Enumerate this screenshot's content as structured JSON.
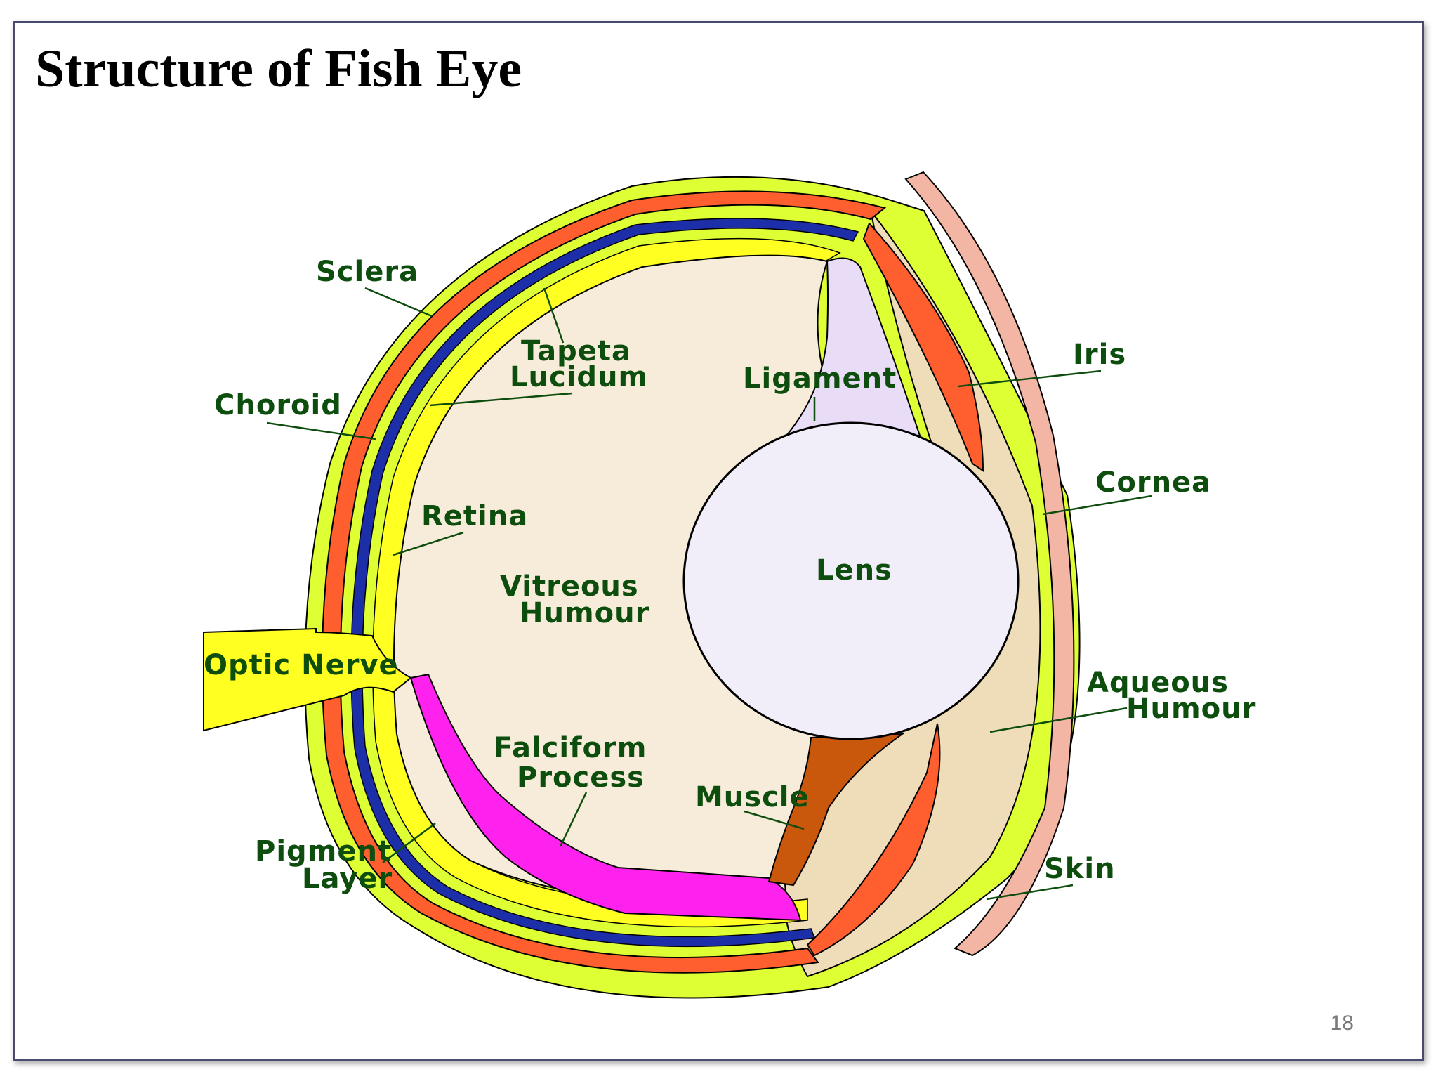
{
  "slide": {
    "title": "Structure of Fish Eye",
    "page_number": "18"
  },
  "labels": {
    "sclera": "Sclera",
    "tapeta_lucidum": [
      "Tapeta",
      "Lucidum"
    ],
    "choroid": "Choroid",
    "ligament": "Ligament",
    "iris": "Iris",
    "cornea": "Cornea",
    "retina": "Retina",
    "vitreous_humour": [
      "Vitreous",
      "Humour"
    ],
    "lens": "Lens",
    "optic_nerve": "Optic Nerve",
    "aqueous_humour": [
      "Aqueous",
      "Humour"
    ],
    "falciform_process": [
      "Falciform",
      "Process"
    ],
    "muscle": "Muscle",
    "pigment_layer": [
      "Pigment",
      "Layer"
    ],
    "skin": "Skin"
  },
  "colors": {
    "sclera": "#ddff33",
    "choroid": "#ff5f2e",
    "pigment": "#1c2fa8",
    "retina": "#ffff22",
    "vitreous": "#f6ecd9",
    "aqueous": "#efdcb8",
    "lens": "#f1eefa",
    "ligament": "#e8dcf6",
    "falciform": "#ff22ee",
    "muscle": "#c9580d",
    "skin": "#f4b6a4",
    "label": "#0d4d0d"
  }
}
